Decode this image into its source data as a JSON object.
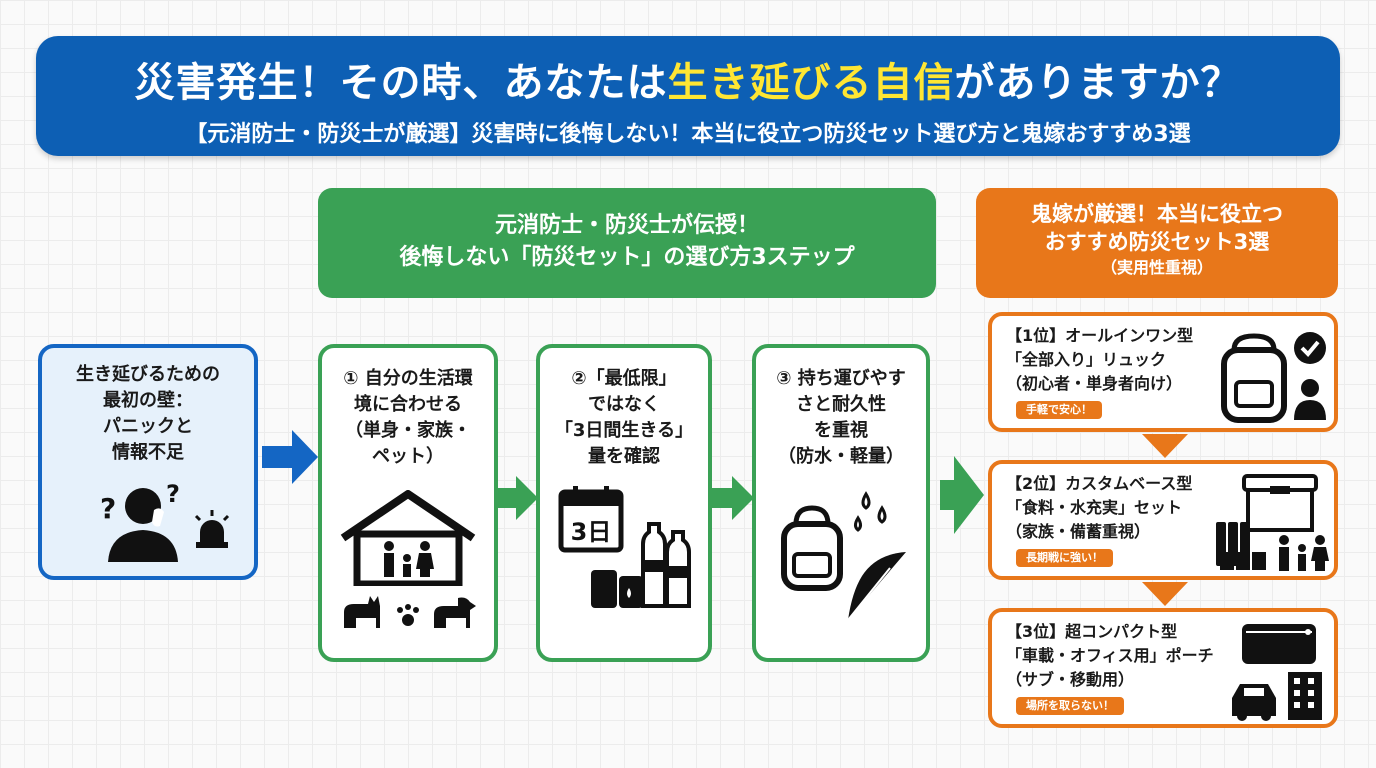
{
  "header": {
    "title_before": "災害発生！その時、あなたは",
    "title_highlight": "生き延びる自信",
    "title_after": "がありますか？",
    "subtitle": "【元消防士・防災士が厳選】災害時に後悔しない！本当に役立つ防災セット選び方と鬼嫁おすすめ3選",
    "highlight_color": "#ffe633",
    "bg_color": "#0d5fb4"
  },
  "problem": {
    "lines": [
      "生き延びるための",
      "最初の壁：",
      "パニックと",
      "情報不足"
    ]
  },
  "steps_banner": {
    "line1": "元消防士・防災士が伝授！",
    "line2": "後悔しない「防災セット」の選び方3ステップ"
  },
  "steps": [
    {
      "lines": [
        "① 自分の生活環",
        "境に合わせる",
        "（単身・家族・",
        "ペット）"
      ]
    },
    {
      "lines": [
        "②「最低限」",
        "ではなく",
        "「3日間生きる」",
        "量を確認"
      ],
      "calendar_label": "3日"
    },
    {
      "lines": [
        "③ 持ち運びやす",
        "さと耐久性",
        "を重視",
        "（防水・軽量）"
      ]
    }
  ],
  "rec_banner": {
    "line1": "鬼嫁が厳選！本当に役立つ",
    "line2": "おすすめ防災セット3選",
    "line3": "（実用性重視）"
  },
  "recommendations": [
    {
      "lines": [
        "【1位】オールインワン型",
        "「全部入り」リュック",
        "（初心者・単身者向け）"
      ],
      "tag": "手軽で安心！"
    },
    {
      "lines": [
        "【2位】カスタムベース型",
        "「食料・水充実」セット",
        "（家族・備蓄重視）"
      ],
      "tag": "長期戦に強い！"
    },
    {
      "lines": [
        "【3位】超コンパクト型",
        "「車載・オフィス用」ポーチ",
        "（サブ・移動用）"
      ],
      "tag": "場所を取らない！"
    }
  ],
  "colors": {
    "green": "#3aa155",
    "orange": "#e8771a",
    "blue": "#1466c4"
  }
}
